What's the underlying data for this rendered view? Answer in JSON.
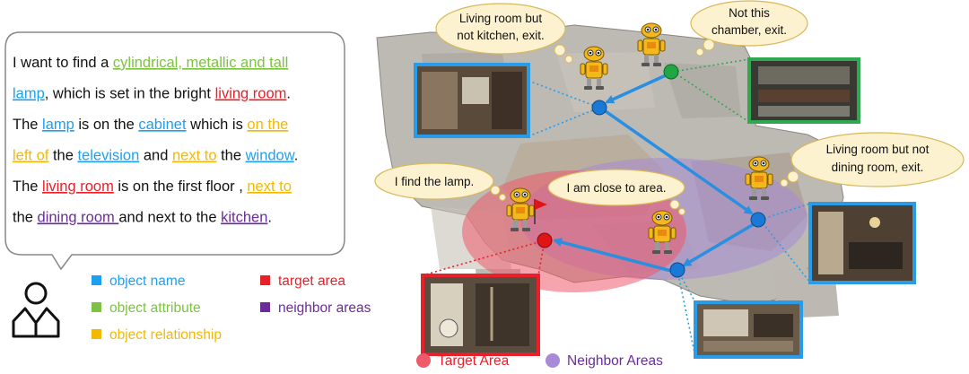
{
  "query": {
    "lines": [
      [
        {
          "t": "I want to find a ",
          "c": "plain"
        },
        {
          "t": "cylindrical, metallic and tall",
          "c": "attribute"
        }
      ],
      [
        {
          "t": "lamp",
          "c": "object"
        },
        {
          "t": ", which is set in the bright ",
          "c": "plain"
        },
        {
          "t": "living room",
          "c": "target"
        },
        {
          "t": ".",
          "c": "plain"
        }
      ],
      [
        {
          "t": "The ",
          "c": "plain"
        },
        {
          "t": "lamp",
          "c": "object"
        },
        {
          "t": " is on the ",
          "c": "plain"
        },
        {
          "t": "cabinet",
          "c": "object"
        },
        {
          "t": " which is ",
          "c": "plain"
        },
        {
          "t": "on the",
          "c": "relation"
        }
      ],
      [
        {
          "t": "left of",
          "c": "relation"
        },
        {
          "t": " the ",
          "c": "plain"
        },
        {
          "t": "television",
          "c": "object"
        },
        {
          "t": " and ",
          "c": "plain"
        },
        {
          "t": "next to",
          "c": "relation"
        },
        {
          "t": " the ",
          "c": "plain"
        },
        {
          "t": "window",
          "c": "object"
        },
        {
          "t": ".",
          "c": "plain"
        }
      ],
      [
        {
          "t": "The ",
          "c": "plain"
        },
        {
          "t": "living room",
          "c": "target"
        },
        {
          "t": " is on the first floor , ",
          "c": "plain"
        },
        {
          "t": "next to",
          "c": "relation"
        }
      ],
      [
        {
          "t": "the ",
          "c": "plain"
        },
        {
          "t": "dining room ",
          "c": "neighbor"
        },
        {
          "t": "and next to the ",
          "c": "plain"
        },
        {
          "t": "kitchen",
          "c": "neighbor"
        },
        {
          "t": ".",
          "c": "plain"
        }
      ]
    ]
  },
  "colors": {
    "plain": "#111111",
    "object": "#1ea0f0",
    "attribute": "#7dc242",
    "relation": "#f5b800",
    "target": "#e8202a",
    "neighbor": "#6a2c9a",
    "path_arrow": "#2a8fe0",
    "node_blue": "#1a78d6",
    "node_green": "#22a543",
    "node_red": "#e01616",
    "frame_blue": "#2a9be6",
    "frame_green": "#2fa84f",
    "frame_red": "#e8202a",
    "target_area": "#ee5a6a",
    "neighbor_area": "#a78bd6"
  },
  "legend": {
    "items": [
      {
        "label": "object name",
        "color_key": "object"
      },
      {
        "label": "target area",
        "color_key": "target"
      },
      {
        "label": "object attribute",
        "color_key": "attribute"
      },
      {
        "label": "neighbor areas",
        "color_key": "neighbor"
      },
      {
        "label": "object relationship",
        "color_key": "relation"
      }
    ],
    "bottom": [
      {
        "label": "Target Area",
        "color_key": "target_area"
      },
      {
        "label": "Neighbor Areas",
        "color_key": "neighbor_area"
      }
    ]
  },
  "speech": [
    {
      "lines": [
        "Living room but",
        "not kitchen, exit."
      ]
    },
    {
      "lines": [
        "Not this",
        "chamber, exit."
      ]
    },
    {
      "lines": [
        "Living room but not",
        "dining room, exit."
      ]
    },
    {
      "lines": [
        "I find the lamp."
      ]
    },
    {
      "lines": [
        "I am close to area."
      ]
    }
  ],
  "icons": {
    "user": "user-icon",
    "robot": "robot-icon"
  }
}
